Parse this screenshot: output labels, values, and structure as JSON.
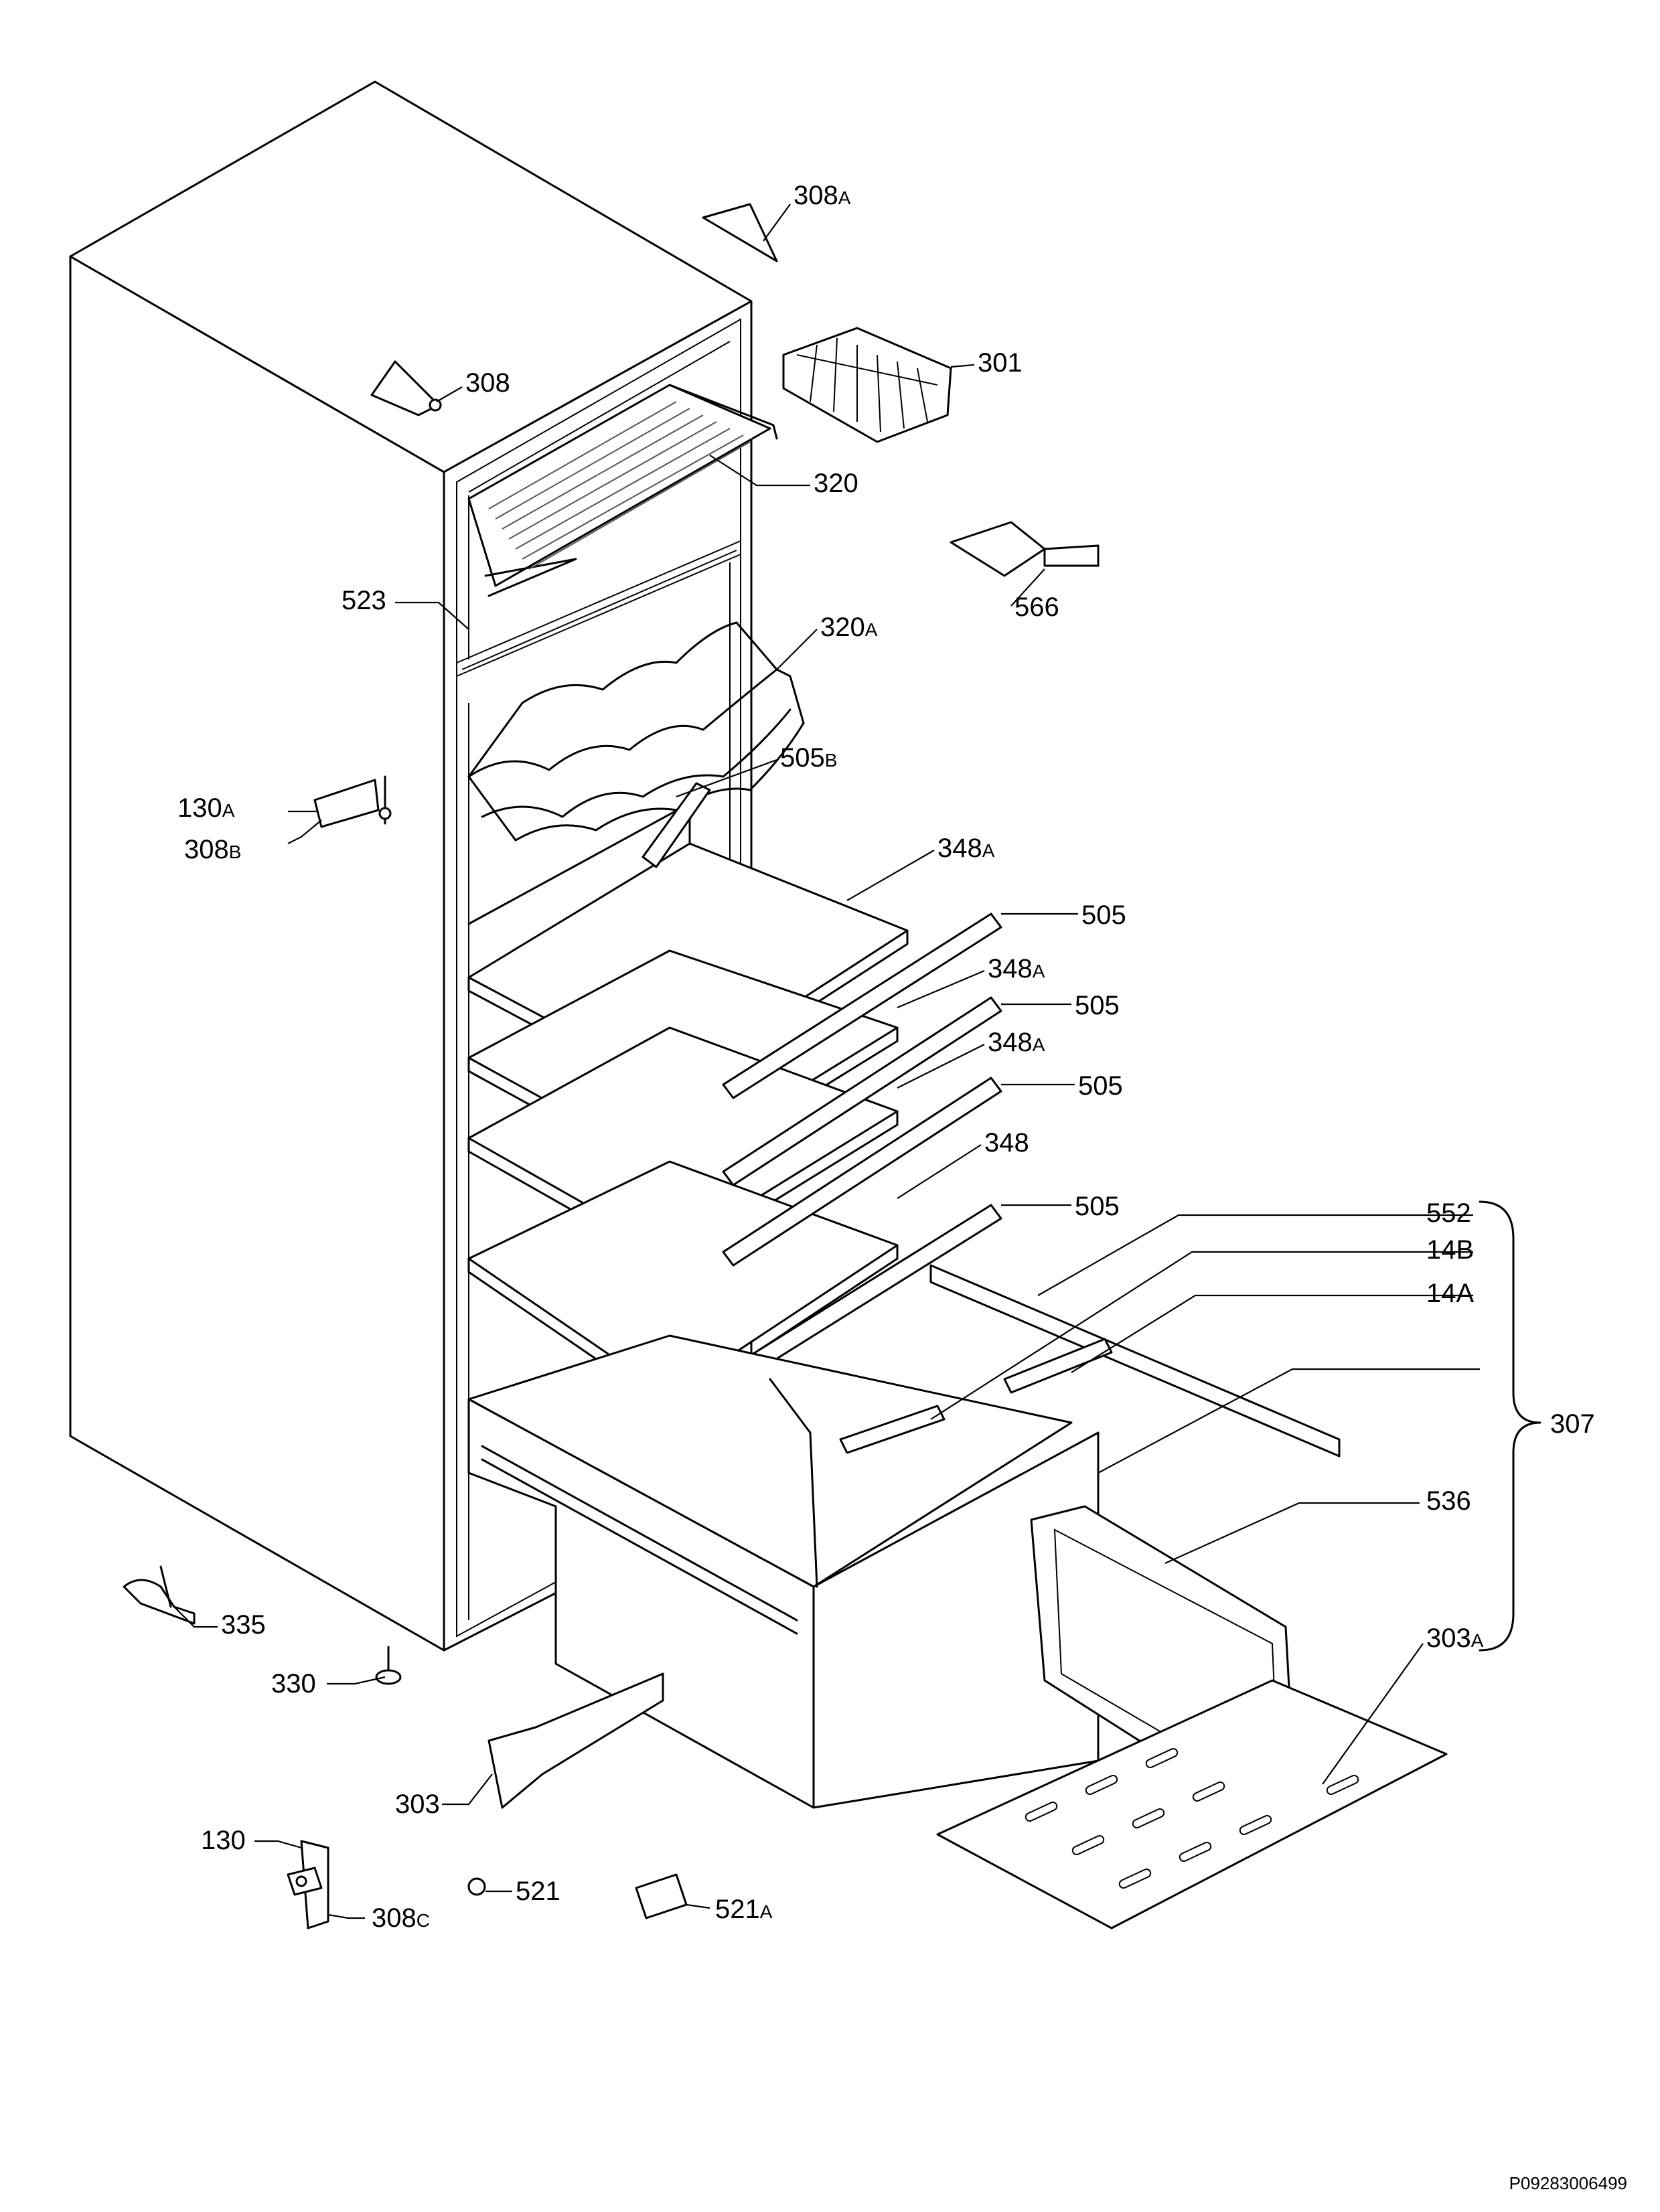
{
  "drawing_code": "P09283006499",
  "labels": {
    "l308A": {
      "n": "308",
      "s": "A"
    },
    "l301": {
      "n": "301",
      "s": ""
    },
    "l308": {
      "n": "308",
      "s": ""
    },
    "l320": {
      "n": "320",
      "s": ""
    },
    "l566": {
      "n": "566",
      "s": ""
    },
    "l523": {
      "n": "523",
      "s": ""
    },
    "l320A": {
      "n": "320",
      "s": "A"
    },
    "l505B": {
      "n": "505",
      "s": "B"
    },
    "l130A": {
      "n": "130",
      "s": "A"
    },
    "l308B": {
      "n": "308",
      "s": "B"
    },
    "l348A_1": {
      "n": "348",
      "s": "A"
    },
    "l505_1": {
      "n": "505",
      "s": ""
    },
    "l348A_2": {
      "n": "348",
      "s": "A"
    },
    "l505_2": {
      "n": "505",
      "s": ""
    },
    "l348A_3": {
      "n": "348",
      "s": "A"
    },
    "l505_3": {
      "n": "505",
      "s": ""
    },
    "l348": {
      "n": "348",
      "s": ""
    },
    "l505_4": {
      "n": "505",
      "s": ""
    },
    "l552": {
      "n": "552",
      "s": ""
    },
    "l14B": {
      "n": "14B",
      "s": ""
    },
    "l14A": {
      "n": "14A",
      "s": ""
    },
    "l307": {
      "n": "307",
      "s": ""
    },
    "l536": {
      "n": "536",
      "s": ""
    },
    "l303A": {
      "n": "303",
      "s": "A"
    },
    "l335": {
      "n": "335",
      "s": ""
    },
    "l330": {
      "n": "330",
      "s": ""
    },
    "l303": {
      "n": "303",
      "s": ""
    },
    "l130": {
      "n": "130",
      "s": ""
    },
    "l521": {
      "n": "521",
      "s": ""
    },
    "l521A": {
      "n": "521",
      "s": "A"
    },
    "l308C": {
      "n": "308",
      "s": "C"
    }
  }
}
